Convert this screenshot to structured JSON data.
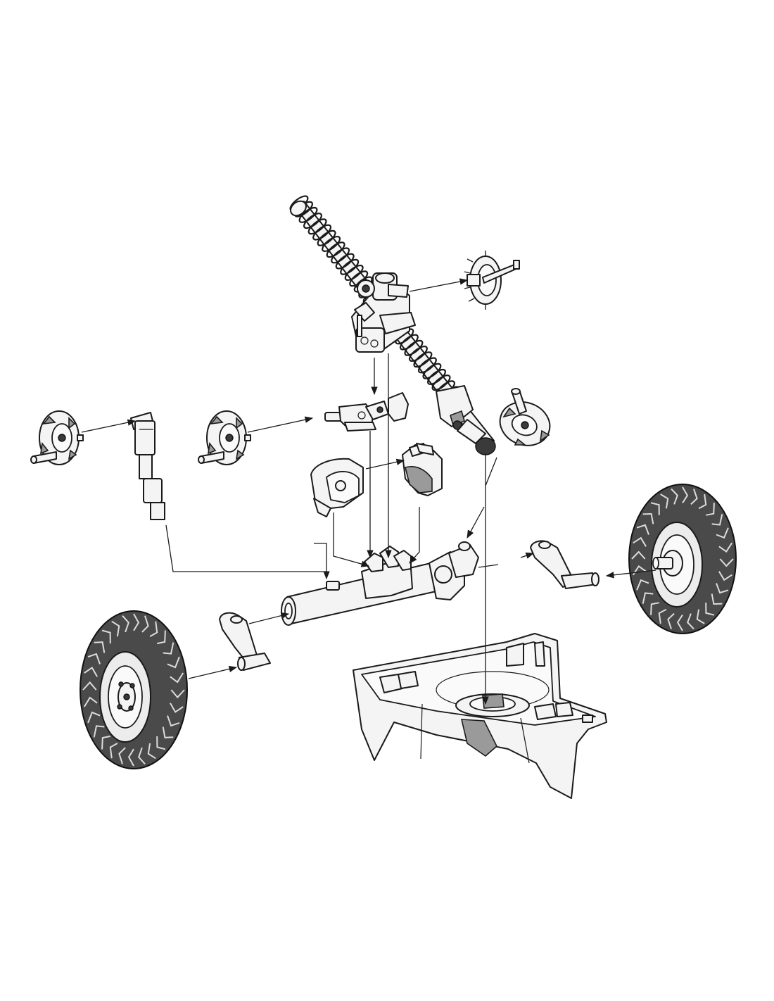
{
  "figure": {
    "kind": "exploded-assembly-drawing",
    "labels": []
  },
  "colors": {
    "background": "#ffffff",
    "line": "#1a1a1a",
    "part_fill": "#f4f4f4",
    "shadow_fill": "#9a9a9a",
    "tire_fill": "#4a4a4a"
  },
  "parts": [
    {
      "id": "mortar-tube",
      "icon": "corrugated-barrel"
    },
    {
      "id": "traverse-handwheel",
      "icon": "handwheel"
    },
    {
      "id": "left-handwheel",
      "icon": "handwheel"
    },
    {
      "id": "middle-handwheel",
      "icon": "handwheel"
    },
    {
      "id": "right-handwheel",
      "icon": "handwheel"
    },
    {
      "id": "elevation-column",
      "icon": "stepped-rod"
    },
    {
      "id": "sight-bracket",
      "icon": "bracket"
    },
    {
      "id": "left-clamp-half",
      "icon": "clamp"
    },
    {
      "id": "right-clamp-half",
      "icon": "clamp"
    },
    {
      "id": "axle-assembly",
      "icon": "axle"
    },
    {
      "id": "left-crank",
      "icon": "crank"
    },
    {
      "id": "right-crank",
      "icon": "crank"
    },
    {
      "id": "left-wheel",
      "icon": "wheel"
    },
    {
      "id": "right-wheel",
      "icon": "wheel"
    },
    {
      "id": "base-plate",
      "icon": "baseplate"
    }
  ]
}
